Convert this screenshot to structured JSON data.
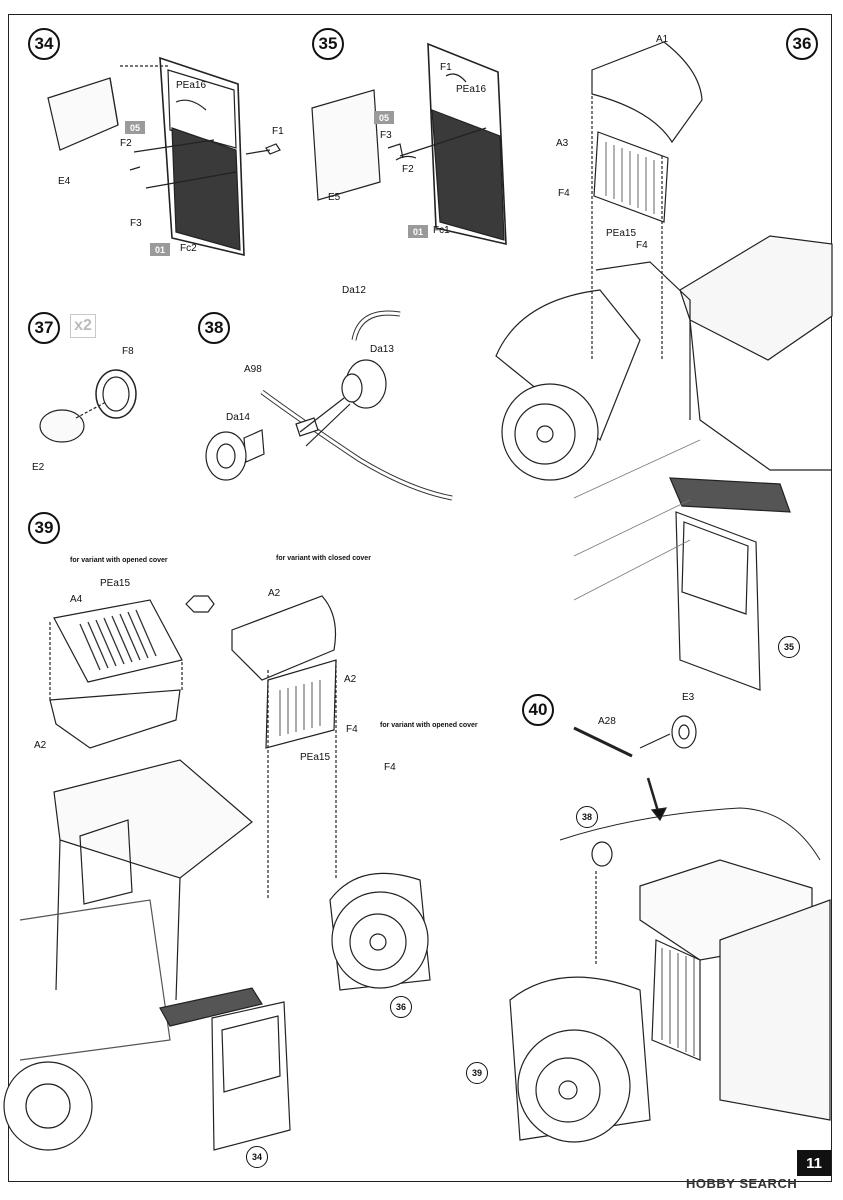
{
  "steps": [
    "34",
    "35",
    "36",
    "37",
    "38",
    "39",
    "40"
  ],
  "multiplier": "x2",
  "page_number": "11",
  "watermark": "HOBBY SEARCH",
  "notes": {
    "opened_1": "for variant with opened cover",
    "closed": "for variant with closed cover",
    "opened_2": "for variant with opened cover"
  },
  "refs": [
    "35",
    "38",
    "36",
    "34",
    "39"
  ],
  "paint": [
    "05",
    "01",
    "05",
    "01"
  ],
  "labels": [
    "PEa16",
    "F1",
    "F2",
    "E4",
    "F3",
    "Fc2",
    "F1",
    "PEa16",
    "F3",
    "F2",
    "E5",
    "Fc1",
    "A1",
    "A3",
    "F4",
    "PEa15",
    "F4",
    "F8",
    "E2",
    "Da12",
    "Da13",
    "A98",
    "Da14",
    "PEa15",
    "A4",
    "A2",
    "A2",
    "A2",
    "F4",
    "PEa15",
    "F4",
    "A28",
    "E3"
  ]
}
